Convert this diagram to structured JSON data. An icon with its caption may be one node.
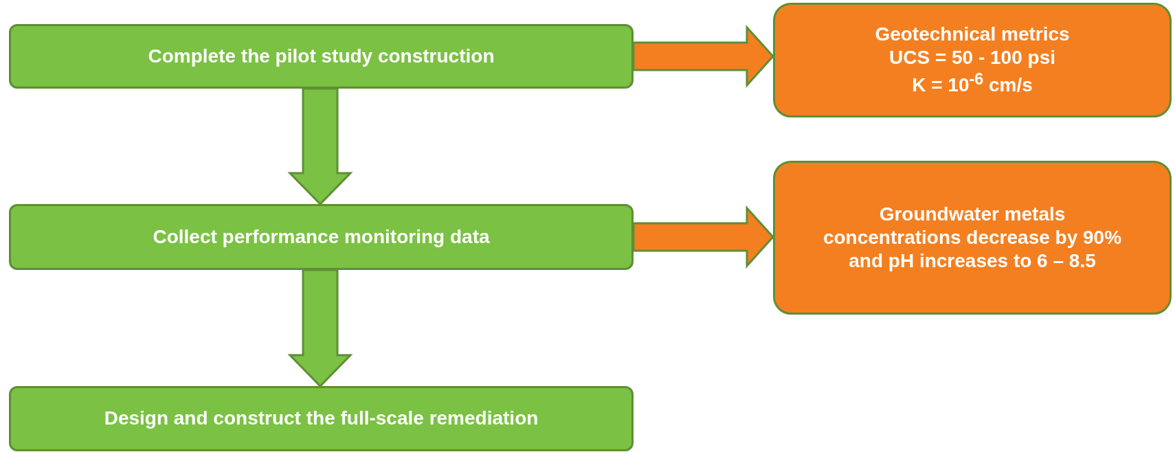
{
  "diagram": {
    "nodes": [
      {
        "text": [
          "Complete the pilot study construction"
        ]
      },
      {
        "text": [
          "Collect performance monitoring data"
        ]
      },
      {
        "text": [
          "Design and construct the full-scale remediation"
        ]
      },
      {
        "text": [
          "Geotechnical metrics",
          "UCS = 50 - 100 psi",
          "K = 10$^{-6}$ cm/s"
        ]
      },
      {
        "text": [
          "Groundwater metals concentrations decrease by 90% and pH increases to 6 – 8.5"
        ]
      }
    ],
    "edges": [
      {
        "from": 0,
        "to": 1,
        "arrow": "to"
      },
      {
        "from": 1,
        "to": 2,
        "arrow": "to"
      },
      {
        "from": 0,
        "to": 3,
        "arrow": "to",
        "color": "#f47f20"
      },
      {
        "from": 1,
        "to": 4,
        "arrow": "to",
        "color": "#f47f20"
      }
    ]
  }
}
